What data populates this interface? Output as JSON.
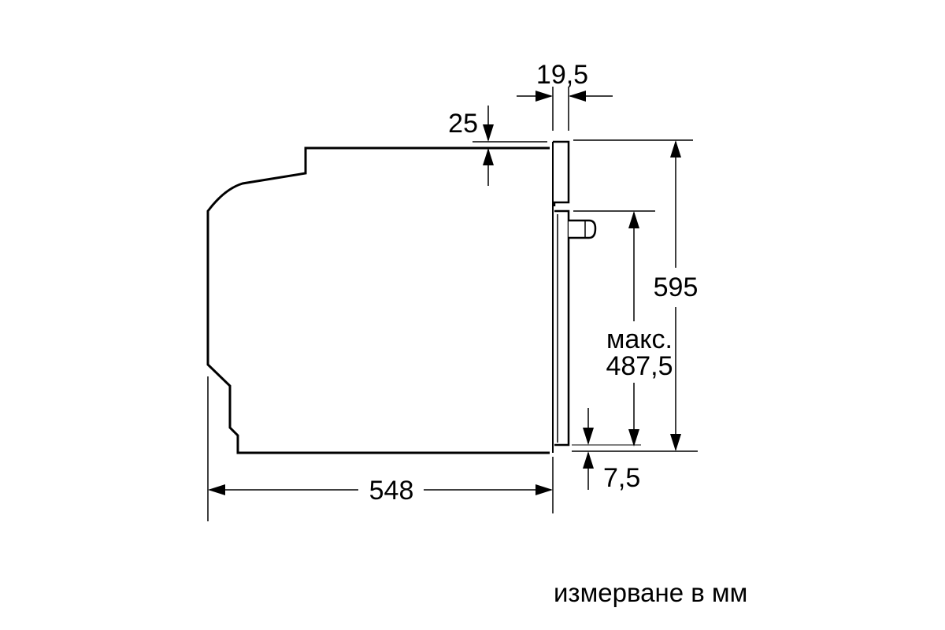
{
  "dimensions": {
    "bezel_width": "19,5",
    "top_gap": "25",
    "total_height": "595",
    "max_label": "макс.",
    "max_height": "487,5",
    "bottom_gap": "7,5",
    "depth": "548"
  },
  "caption": "измерване в мм",
  "colors": {
    "line": "#000000",
    "background": "#ffffff"
  }
}
